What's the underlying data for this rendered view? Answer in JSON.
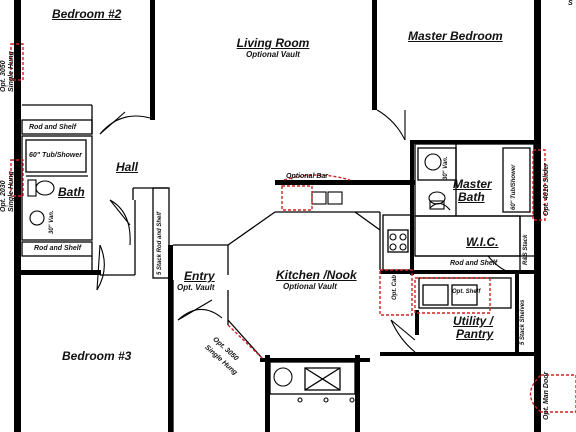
{
  "rooms": {
    "bedroom2": "Bedroom #2",
    "living": "Living Room",
    "living_sub": "Optional Vault",
    "master": "Master Bedroom",
    "hall": "Hall",
    "bath": "Bath",
    "master_bath_1": "Master",
    "master_bath_2": "Bath",
    "wic": "W.I.C.",
    "entry": "Entry",
    "entry_sub": "Opt. Vault",
    "kitchen": "Kitchen /Nook",
    "kitchen_sub": "Optional Vault",
    "utility_1": "Utility /",
    "utility_2": "Pantry",
    "bedroom3": "Bedroom #3"
  },
  "fixtures": {
    "rod_shelf_top": "Rod and Shelf",
    "rod_shelf_bottom": "Rod and Shelf",
    "rod_shelf_master": "Rod and Shelf",
    "tub_shower": "60\" Tub/Shower",
    "master_tub": "60\" Tub/Shower",
    "van_left": "30\" Van.",
    "van_master": "30\" Van.",
    "stack_rod_shelf": "5 Stack Rod and Shelf",
    "rs_stack": "R&S Stack",
    "optional_bar": "Optional Bar",
    "opt_shelf": "Opt. Shelf",
    "opt_cab": "Opt. Cab",
    "stack_shelves": "5 Stack Shelves"
  },
  "windows": {
    "opt_3050_top_1": "Opt. 3050",
    "opt_3050_top_2": "Single Hung",
    "opt_2030_1": "Opt. 2030",
    "opt_2030_2": "Single Hung",
    "opt_3050_entry_1": "Opt. 3050",
    "opt_3050_entry_2": "Single Hung",
    "slider": "Opt. 4010 Slider",
    "man_door": "Opt. Man Door",
    "edge_mark": "S"
  },
  "colors": {
    "wall": "#000000",
    "optional": "#d42020"
  }
}
